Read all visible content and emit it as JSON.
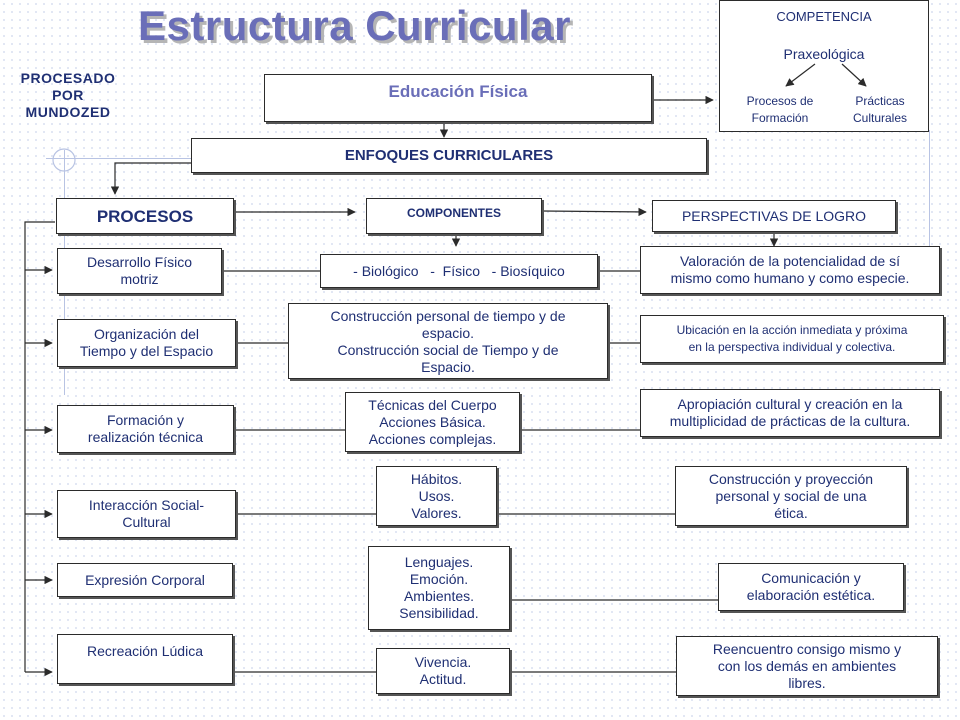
{
  "title": "Estructura Curricular",
  "watermark": [
    "PROCESADO",
    "POR",
    "MUNDOZED"
  ],
  "competencia": {
    "label": "COMPETENCIA",
    "type": "Praxeológica",
    "left": [
      "Procesos de",
      "Formación"
    ],
    "right": [
      "Prácticas",
      "Culturales"
    ]
  },
  "subject": "Educación Física",
  "enfoques": "ENFOQUES CURRICULARES",
  "headers": {
    "procesos": "PROCESOS",
    "componentes": "COMPONENTES",
    "perspectivas": "PERSPECTIVAS DE LOGRO"
  },
  "rows": [
    {
      "proceso": [
        "Desarrollo Físico",
        "motriz"
      ],
      "componente": [
        "- Biológico   -  Físico   - Biosíquico"
      ],
      "logro": [
        "Valoración de la potencialidad de sí",
        "mismo como humano y como especie."
      ]
    },
    {
      "proceso": [
        "Organización del",
        "Tiempo y del Espacio"
      ],
      "componente": [
        "Construcción personal de tiempo y de",
        "espacio.",
        "Construcción social de Tiempo y de",
        "Espacio."
      ],
      "logro": [
        "Ubicación en la acción inmediata y próxima",
        "en la perspectiva individual y colectiva."
      ]
    },
    {
      "proceso": [
        "Formación y",
        "realización técnica"
      ],
      "componente": [
        "Técnicas del Cuerpo",
        "Acciones Básica.",
        "Acciones complejas."
      ],
      "logro": [
        "Apropiación cultural y creación en la",
        "multiplicidad de prácticas de la cultura."
      ]
    },
    {
      "proceso": [
        "Interacción Social-",
        "Cultural"
      ],
      "componente": [
        "Hábitos.",
        "Usos.",
        "Valores."
      ],
      "logro": [
        "Construcción y proyección",
        "personal y social de una",
        "ética."
      ]
    },
    {
      "proceso": [
        "Expresión Corporal"
      ],
      "componente": [
        "Lenguajes.",
        "Emoción.",
        "Ambientes.",
        "Sensibilidad."
      ],
      "logro": [
        "Comunicación y",
        "elaboración estética."
      ]
    },
    {
      "proceso": [
        "Recreación Lúdica"
      ],
      "componente": [
        "Vivencia.",
        "Actitud."
      ],
      "logro": [
        "Reencuentro consigo mismo y",
        "con los demás en ambientes",
        "libres."
      ]
    }
  ],
  "colors": {
    "title": "#6a6eb8",
    "text": "#1f2f73",
    "border": "#2b2b2b",
    "grid": "#c7d0ea"
  }
}
